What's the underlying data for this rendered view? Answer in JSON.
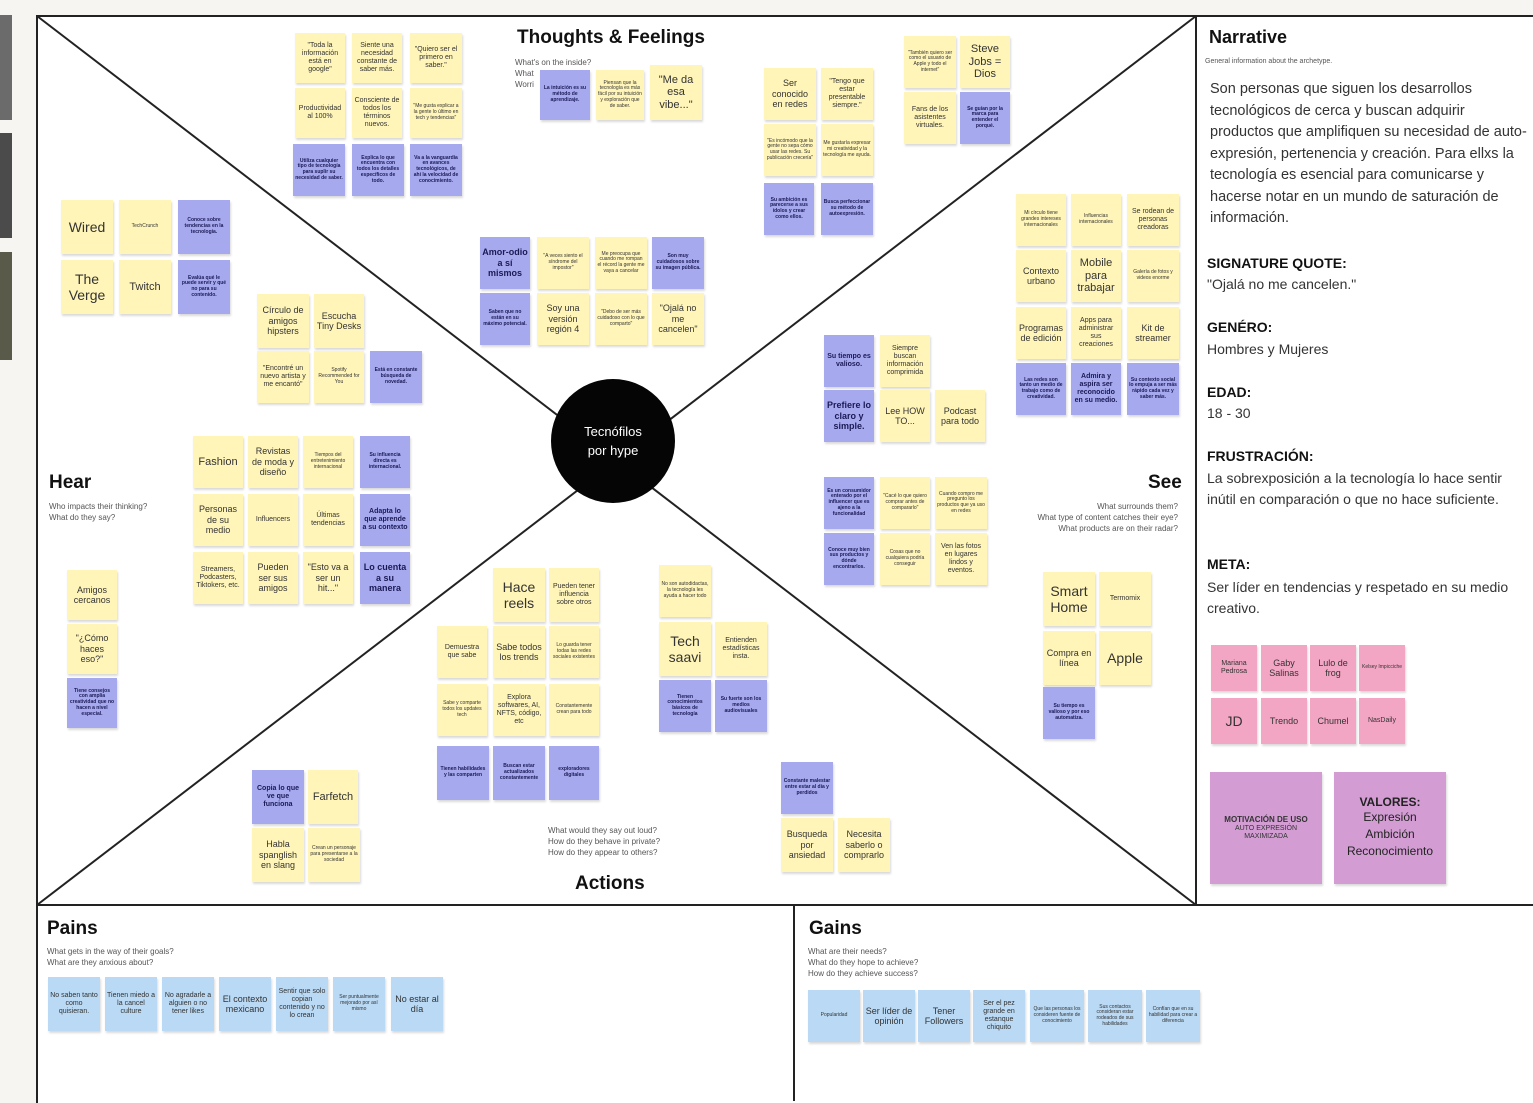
{
  "center": {
    "line1": "Tecnófilos",
    "line2": "por hype"
  },
  "sections": {
    "thoughts": {
      "title": "Thoughts & Feelings",
      "sub1": "What's on the inside?",
      "sub2": "What",
      "sub3": "Worri"
    },
    "hear": {
      "title": "Hear",
      "sub1": "Who impacts their thinking?",
      "sub2": "What do they say?"
    },
    "see": {
      "title": "See",
      "sub1": "What surrounds them?",
      "sub2": "What type of content catches their eye?",
      "sub3": "What products are on their radar?"
    },
    "actions": {
      "title": "Actions",
      "sub1": "What would they say out loud?",
      "sub2": "How do they behave in private?",
      "sub3": "How do they appear to others?"
    },
    "pains": {
      "title": "Pains",
      "sub1": "What gets in the way of their goals?",
      "sub2": "What are they anxious about?"
    },
    "gains": {
      "title": "Gains",
      "sub1": "What are their needs?",
      "sub2": "What do they hope to achieve?",
      "sub3": "How do they achieve success?"
    }
  },
  "narrative": {
    "title": "Narrative",
    "sub": "General information about the archetype.",
    "body": "Son personas que siguen los desarrollos tecnológicos de cerca y buscan adquirir productos que amplifiquen su necesidad de auto-expresión, pertenencia y creación. Para ellxs la tecnología es esencial para comunicarse y hacerse notar en un mundo de saturación de información.",
    "quote_label": "SIGNATURE QUOTE:",
    "quote": "\"Ojalá no me cancelen.\"",
    "genero_label": "GENÉRO:",
    "genero": "Hombres y Mujeres",
    "edad_label": "EDAD:",
    "edad": "18 - 30",
    "frust_label": "FRUSTRACIÓN:",
    "frust": "La sobrexposición a la tecnología lo hace sentir inútil en comparación o que no hace suficiente.",
    "meta_label": "META:",
    "meta": "Ser líder en tendencias y respetado en su medio creativo.",
    "motivation_label": "MOTIVACIÓN DE USO",
    "motivation_text": "AUTO EXPRESIÓN MAXIMIZADA",
    "values_label": "VALORES:",
    "values_text": "Expresión Ambición Reconocimiento"
  },
  "notes": {
    "tf1": "\"Toda la información está en google\"",
    "tf2": "Siente una necesidad constante de saber más.",
    "tf3": "\"Quiero ser el primero en saber.\"",
    "tf4": "Productividad al 100%",
    "tf5": "Consciente de todos los términos nuevos.",
    "tf6": "\"Me gusta explicar a la gente lo último en tech y tendencias\"",
    "tf7": "Utiliza cualquier tipo de tecnología para suplir su necesidad de saber.",
    "tf8": "Explica lo que encuentra con todos los detalles específicos de todo.",
    "tf9": "Va a la vanguardia en avances tecnológicos, de ahí la velocidad de conocimiento.",
    "tf10": "La intuición es su método de aprendizaje.",
    "tf11": "Piensan que la tecnología es más fácil por su intuición y exploración que de saber.",
    "tf12": "\"Me da esa vibe...\"",
    "tf13": "Ser conocido en redes",
    "tf14": "\"Tengo que estar presentable siempre.\"",
    "tf15": "\"Es incómodo que la gente no sepa cómo usar las redes. Su publicación crecería\"",
    "tf16": "Me gustaría expresar mi creatividad y la tecnología me ayuda.",
    "tf17": "Su ambición es parecerse a sus ídolos y crear como ellos.",
    "tf18": "Busca perfeccionar su método de autoexpresión.",
    "tf19": "\"También quiero ser como el usuario de Apple y todo el internet\"",
    "tf20": "Steve Jobs = Dios",
    "tf21": "Fans de los asistentes virtuales.",
    "tf22": "Se guían por la marca para entender el porqué.",
    "tf23": "Amor-odio a sí mismos",
    "tf24": "\"A veces siento el síndrome del impostor\"",
    "tf25": "Me preocupa que cuando me rompan el récord la gente me vaya a cancelar",
    "tf26": "Son muy cuidadosos sobre su imagen pública.",
    "tf27": "Saben que no están en su máximo potencial.",
    "tf28": "Soy una versión región 4",
    "tf29": "\"Debo de ser más cuidadoso con lo que comparto\"",
    "tf30": "\"Ojalá no me cancelen\"",
    "h1": "Wired",
    "h2": "TechCrunch",
    "h3": "Conoce sobre tendencias en la tecnología.",
    "h4": "The Verge",
    "h5": "Twitch",
    "h6": "Evalúa qué le puede servir y qué no para su contenido.",
    "h7": "Círculo de amigos hipsters",
    "h8": "Escucha Tiny Desks",
    "h9": "\"Encontré un nuevo artista y me encantó\"",
    "h10": "Spotify Recommended for You",
    "h11": "Está en constante búsqueda de novedad.",
    "h12": "Fashion",
    "h13": "Revistas de moda y diseño",
    "h14": "Tiempos del entretenimiento internacional",
    "h15": "Su influencia directa es internacional.",
    "h16": "Personas de su medio",
    "h17": "Influencers",
    "h18": "Últimas tendencias",
    "h19": "Adapta lo que aprende a su contexto",
    "h20": "Streamers, Podcasters, Tiktokers, etc.",
    "h21": "Pueden ser sus amigos",
    "h22": "\"Esto va a ser un hit...\"",
    "h23": "Lo cuenta a su manera",
    "h24": "Amigos cercanos",
    "h25": "\"¿Cómo haces eso?\"",
    "h26": "Tiene consejos con amplia creatividad que no hacen a nivel especial.",
    "s1": "Mi círculo tiene grandes intereses internacionales",
    "s2": "Influencias internacionales",
    "s3": "Se rodean de personas creadoras",
    "s4": "Contexto urbano",
    "s5": "Mobile para trabajar",
    "s6": "Galería de fotos y videos enorme",
    "s7": "Programas de edición",
    "s8": "Apps para administrar sus creaciones",
    "s9": "Kit de streamer",
    "s10": "Las redes son tanto un medio de trabajo como de creatividad.",
    "s11": "Admira y aspira ser reconocido en su medio.",
    "s12": "Su contexto social lo empuja a ser más rápido cada vez y saber más.",
    "s13": "Su tiempo es valioso.",
    "s14": "Siempre buscan información comprimida",
    "s15": "Prefiere lo claro y simple.",
    "s16": "Lee HOW TO...",
    "s17": "Podcast para todo",
    "s18": "Es un consumidor enterado por el influencer que es ajeno a la funcionalidad",
    "s19": "\"Cacé lo que quiero comprar antes de compararlo\"",
    "s20": "Cuando compro me pregunto los productos que ya uso en redes",
    "s21": "Conoce muy bien sus productos y dónde encontrarlos.",
    "s22": "Cosas que no cualquiera podría conseguir",
    "s23": "Ven las fotos en lugares lindos y eventos.",
    "s24": "Smart Home",
    "s25": "Termomix",
    "s26": "Compra en línea",
    "s27": "Apple",
    "s28": "Su tiempo es valioso y por eso automatiza.",
    "a1": "Hace reels",
    "a2": "Pueden tener influencia sobre otros",
    "a3": "Demuestra que sabe",
    "a4": "Sabe todos los trends",
    "a5": "Lo guarda tener todas las redes sociales existentes",
    "a6": "Sabe y comparte todos los updates tech",
    "a7": "Explora softwares, AI, NFTS, código, etc",
    "a8": "Constantemente crean para todo",
    "a9": "Tienen habilidades y las comparten",
    "a10": "Buscan estar actualizados constantemente",
    "a11": "exploradores digitales",
    "a12": "No son autodidactas, la tecnología les ayuda a hacer todo",
    "a13": "Tech saavi",
    "a14": "Entienden estadísticas insta.",
    "a15": "Tienen conocimientos básicos de tecnología",
    "a16": "Su fuerte son los medios audiovisuales",
    "a17": "Copia lo que ve que funciona",
    "a18": "Farfetch",
    "a19": "Habla spanglish en slang",
    "a20": "Crean un personaje para presentarse a la sociedad",
    "a21": "Constante malestar entre estar al día y perdidos",
    "a22": "Busqueda por ansiedad",
    "a23": "Necesita saberlo o comprarlo",
    "p1": "No saben tanto como quisieran.",
    "p2": "Tienen miedo a la cancel culture",
    "p3": "No agradarle a alguien o no tener likes",
    "p4": "El contexto mexicano",
    "p5": "Sentir que solo copian contenido y no lo crean",
    "p6": "Ser puntualmente mejorado por así mismo",
    "p7": "No estar al día",
    "g1": "Popularidad",
    "g2": "Ser líder de opinión",
    "g3": "Tener Followers",
    "g4": "Ser el pez grande en estanque chiquito",
    "g5": "Que las personas los consideren fuente de conocimiento",
    "g6": "Sus contactos consideran estar rodeados de sus habilidades",
    "g7": "Confían que en su habilidad para crear a diferencia",
    "n1": "Mariana Pedrosa",
    "n2": "Gaby Salinas",
    "n3": "Lulo de frog",
    "n4": "Kelsey Impicciche",
    "n5": "JD",
    "n6": "Trendo",
    "n7": "Chumel",
    "n8": "NasDaily"
  },
  "colors": {
    "yellow": "#fff5b8",
    "purple": "#a7a9ef",
    "blue": "#b9d9f4",
    "pink": "#f3a6c3",
    "magenta": "#d39dd4"
  }
}
